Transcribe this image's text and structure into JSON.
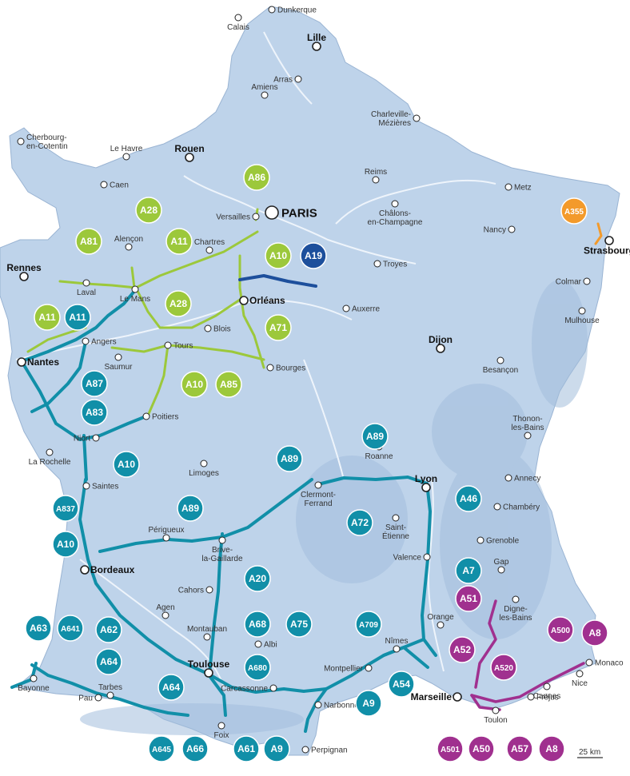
{
  "colors": {
    "sea": "#ffffff",
    "land": "#bed3ea",
    "relief": "#a8c2df",
    "rivers": "#eef4fb",
    "network_teal": "#118fa8",
    "network_green": "#9cc83b",
    "network_purple": "#a0308f",
    "network_blue": "#1d4f9c",
    "network_orange": "#f39a2b"
  },
  "scale_label": "25 km",
  "cities": [
    {
      "id": "dunkerque",
      "label": "Dunkerque"
    },
    {
      "id": "calais",
      "label": "Calais"
    },
    {
      "id": "lille",
      "label": "Lille",
      "major": true
    },
    {
      "id": "arras",
      "label": "Arras"
    },
    {
      "id": "amiens",
      "label": "Amiens"
    },
    {
      "id": "cherbourg",
      "label": "Cherbourg-\nen-Cotentin"
    },
    {
      "id": "lehavre",
      "label": "Le Havre"
    },
    {
      "id": "rouen",
      "label": "Rouen",
      "major": true
    },
    {
      "id": "caen",
      "label": "Caen"
    },
    {
      "id": "charleville",
      "label": "Charleville-\nMézières"
    },
    {
      "id": "reims",
      "label": "Reims"
    },
    {
      "id": "metz",
      "label": "Metz"
    },
    {
      "id": "paris",
      "label": "PARIS",
      "major": true
    },
    {
      "id": "versailles",
      "label": "Versailles"
    },
    {
      "id": "chalons",
      "label": "Châlons-\nen-Champagne"
    },
    {
      "id": "nancy",
      "label": "Nancy"
    },
    {
      "id": "strasbourg",
      "label": "Strasbourg",
      "major": true
    },
    {
      "id": "alencon",
      "label": "Alençon"
    },
    {
      "id": "chartres",
      "label": "Chartres"
    },
    {
      "id": "rennes",
      "label": "Rennes",
      "major": true
    },
    {
      "id": "laval",
      "label": "Laval"
    },
    {
      "id": "lemans",
      "label": "Le Mans"
    },
    {
      "id": "orleans",
      "label": "Orléans",
      "major": true
    },
    {
      "id": "troyes",
      "label": "Troyes"
    },
    {
      "id": "colmar",
      "label": "Colmar"
    },
    {
      "id": "mulhouse",
      "label": "Mulhouse"
    },
    {
      "id": "auxerre",
      "label": "Auxerre"
    },
    {
      "id": "blois",
      "label": "Blois"
    },
    {
      "id": "angers",
      "label": "Angers"
    },
    {
      "id": "tours",
      "label": "Tours"
    },
    {
      "id": "saumur",
      "label": "Saumur"
    },
    {
      "id": "nantes",
      "label": "Nantes",
      "major": true
    },
    {
      "id": "dijon",
      "label": "Dijon",
      "major": true
    },
    {
      "id": "bourges",
      "label": "Bourges"
    },
    {
      "id": "besancon",
      "label": "Besançon"
    },
    {
      "id": "poitiers",
      "label": "Poitiers"
    },
    {
      "id": "niort",
      "label": "Niort"
    },
    {
      "id": "thonon",
      "label": "Thonon-\nles-Bains"
    },
    {
      "id": "larochelle",
      "label": "La Rochelle"
    },
    {
      "id": "roanne",
      "label": "Roanne"
    },
    {
      "id": "lyon",
      "label": "Lyon",
      "major": true
    },
    {
      "id": "saintes",
      "label": "Saintes"
    },
    {
      "id": "limoges",
      "label": "Limoges"
    },
    {
      "id": "annecy",
      "label": "Annecy"
    },
    {
      "id": "clermont",
      "label": "Clermont-\nFerrand"
    },
    {
      "id": "chambery",
      "label": "Chambéry"
    },
    {
      "id": "saintetienne",
      "label": "Saint-\nÉtienne"
    },
    {
      "id": "perigueux",
      "label": "Périgueux"
    },
    {
      "id": "grenoble",
      "label": "Grenoble"
    },
    {
      "id": "brive",
      "label": "Brive-\nla-Gaillarde"
    },
    {
      "id": "valence",
      "label": "Valence"
    },
    {
      "id": "bordeaux",
      "label": "Bordeaux",
      "major": true
    },
    {
      "id": "gap",
      "label": "Gap"
    },
    {
      "id": "cahors",
      "label": "Cahors"
    },
    {
      "id": "digne",
      "label": "Digne-\nles-Bains"
    },
    {
      "id": "agen",
      "label": "Agen"
    },
    {
      "id": "orange",
      "label": "Orange"
    },
    {
      "id": "montauban",
      "label": "Montauban"
    },
    {
      "id": "albi",
      "label": "Albi"
    },
    {
      "id": "nimes",
      "label": "Nîmes"
    },
    {
      "id": "monaco",
      "label": "Monaco"
    },
    {
      "id": "nice",
      "label": "Nice"
    },
    {
      "id": "toulouse",
      "label": "Toulouse",
      "major": true
    },
    {
      "id": "montpellier",
      "label": "Montpellier"
    },
    {
      "id": "cannes",
      "label": "Cannes"
    },
    {
      "id": "bayonne",
      "label": "Bayonne"
    },
    {
      "id": "frejus",
      "label": "Fréjus"
    },
    {
      "id": "tarbes",
      "label": "Tarbes"
    },
    {
      "id": "carcassonne",
      "label": "Carcassonne"
    },
    {
      "id": "pau",
      "label": "Pau"
    },
    {
      "id": "marseille",
      "label": "Marseille",
      "major": true
    },
    {
      "id": "toulon",
      "label": "Toulon"
    },
    {
      "id": "narbonne",
      "label": "Narbonne"
    },
    {
      "id": "foix",
      "label": "Foix"
    },
    {
      "id": "perpignan",
      "label": "Perpignan"
    }
  ],
  "badges": [
    {
      "id": "b-a86",
      "label": "A86",
      "color": "green"
    },
    {
      "id": "b-a28n",
      "label": "A28",
      "color": "green"
    },
    {
      "id": "b-a81",
      "label": "A81",
      "color": "green"
    },
    {
      "id": "b-a11n",
      "label": "A11",
      "color": "green"
    },
    {
      "id": "b-a10n",
      "label": "A10",
      "color": "green"
    },
    {
      "id": "b-a19",
      "label": "A19",
      "color": "blue"
    },
    {
      "id": "b-a355",
      "label": "A355",
      "color": "orange"
    },
    {
      "id": "b-a11w",
      "label": "A11",
      "color": "green"
    },
    {
      "id": "b-a11t",
      "label": "A11",
      "color": "teal"
    },
    {
      "id": "b-a28s",
      "label": "A28",
      "color": "green"
    },
    {
      "id": "b-a71",
      "label": "A71",
      "color": "green"
    },
    {
      "id": "b-a87",
      "label": "A87",
      "color": "teal"
    },
    {
      "id": "b-a10m",
      "label": "A10",
      "color": "green"
    },
    {
      "id": "b-a85",
      "label": "A85",
      "color": "green"
    },
    {
      "id": "b-a83",
      "label": "A83",
      "color": "teal"
    },
    {
      "id": "b-a89e",
      "label": "A89",
      "color": "teal"
    },
    {
      "id": "b-a10s",
      "label": "A10",
      "color": "teal"
    },
    {
      "id": "b-a89c",
      "label": "A89",
      "color": "teal"
    },
    {
      "id": "b-a46",
      "label": "A46",
      "color": "teal"
    },
    {
      "id": "b-a837",
      "label": "A837",
      "color": "teal"
    },
    {
      "id": "b-a89w",
      "label": "A89",
      "color": "teal"
    },
    {
      "id": "b-a72",
      "label": "A72",
      "color": "teal"
    },
    {
      "id": "b-a10b",
      "label": "A10",
      "color": "teal"
    },
    {
      "id": "b-a20",
      "label": "A20",
      "color": "teal"
    },
    {
      "id": "b-a7",
      "label": "A7",
      "color": "teal"
    },
    {
      "id": "b-a51",
      "label": "A51",
      "color": "purple"
    },
    {
      "id": "b-a500",
      "label": "A500",
      "color": "purple"
    },
    {
      "id": "b-a8n",
      "label": "A8",
      "color": "purple"
    },
    {
      "id": "b-a63",
      "label": "A63",
      "color": "teal"
    },
    {
      "id": "b-a641",
      "label": "A641",
      "color": "teal"
    },
    {
      "id": "b-a62",
      "label": "A62",
      "color": "teal"
    },
    {
      "id": "b-a68",
      "label": "A68",
      "color": "teal"
    },
    {
      "id": "b-a75",
      "label": "A75",
      "color": "teal"
    },
    {
      "id": "b-a709",
      "label": "A709",
      "color": "teal"
    },
    {
      "id": "b-a52",
      "label": "A52",
      "color": "purple"
    },
    {
      "id": "b-a64n",
      "label": "A64",
      "color": "teal"
    },
    {
      "id": "b-a680",
      "label": "A680",
      "color": "teal"
    },
    {
      "id": "b-a520",
      "label": "A520",
      "color": "purple"
    },
    {
      "id": "b-a64s",
      "label": "A64",
      "color": "teal"
    },
    {
      "id": "b-a54",
      "label": "A54",
      "color": "teal"
    },
    {
      "id": "b-a9n",
      "label": "A9",
      "color": "teal"
    },
    {
      "id": "b-a645",
      "label": "A645",
      "color": "teal"
    },
    {
      "id": "b-a66",
      "label": "A66",
      "color": "teal"
    },
    {
      "id": "b-a61",
      "label": "A61",
      "color": "teal"
    },
    {
      "id": "b-a9s",
      "label": "A9",
      "color": "teal"
    },
    {
      "id": "b-a501",
      "label": "A501",
      "color": "purple"
    },
    {
      "id": "b-a50",
      "label": "A50",
      "color": "purple"
    },
    {
      "id": "b-a57",
      "label": "A57",
      "color": "purple"
    },
    {
      "id": "b-a8s",
      "label": "A8",
      "color": "purple"
    }
  ]
}
